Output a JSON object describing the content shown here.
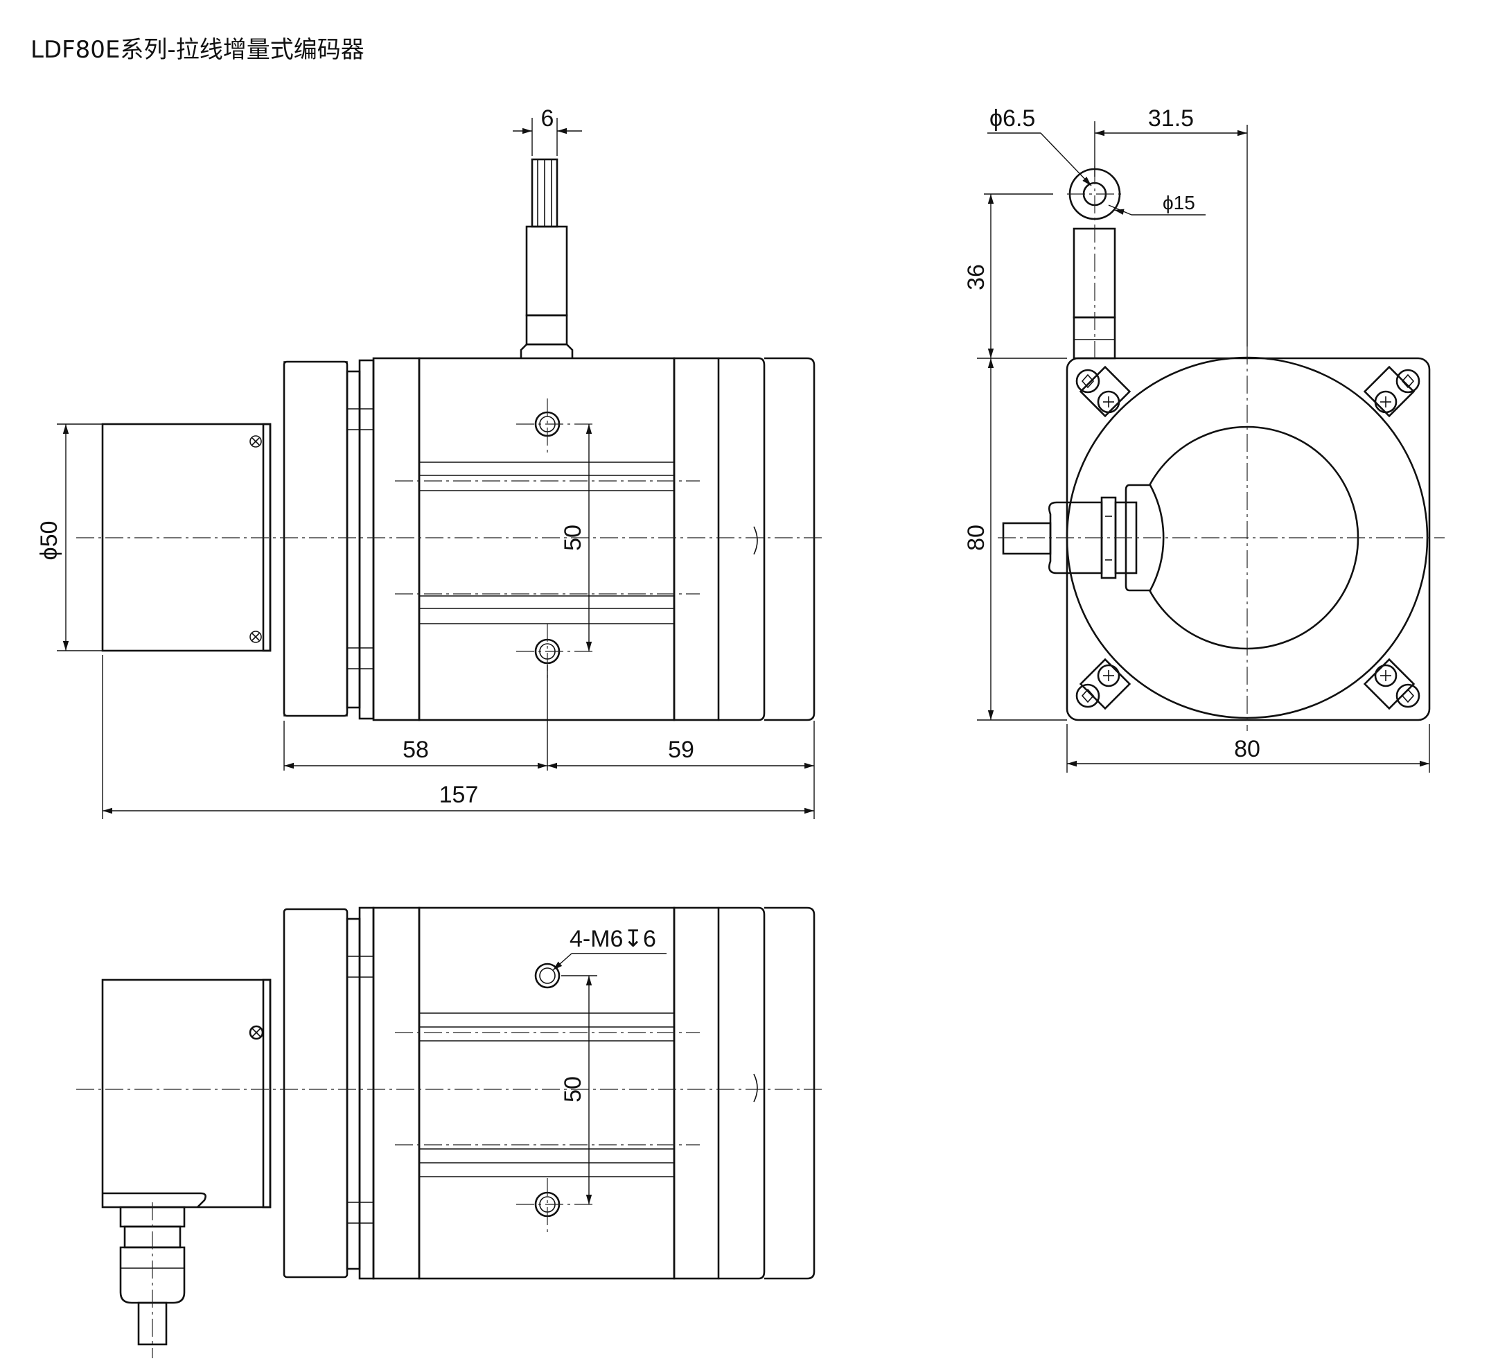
{
  "title": "LDF80E系列-拉线增量式编码器",
  "dimensions": {
    "wire_width": "6",
    "diameter_body": "ϕ50",
    "hole_spacing_front": "50",
    "len_left": "58",
    "len_right": "59",
    "len_total": "157",
    "ring_inner_dia": "ϕ6.5",
    "ring_offset": "31.5",
    "ring_outer_dia": "ϕ15",
    "ring_height": "36",
    "housing_height": "80",
    "housing_width": "80",
    "thread_note": "4-M6↧6",
    "hole_spacing_bottom": "50"
  }
}
